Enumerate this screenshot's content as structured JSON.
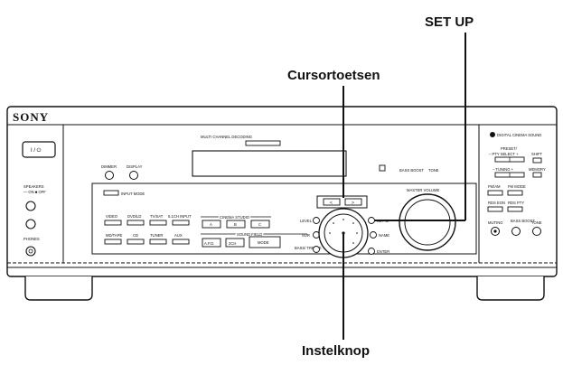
{
  "callouts": {
    "setup": "SET UP",
    "cursor": "Cursortoetsen",
    "knob": "Instelknop"
  },
  "receiver": {
    "brand": "SONY",
    "logo_right": "DIGITAL CINEMA SOUND",
    "power": "I / ⏻",
    "multi_channel": "MULTI CHANNEL DECODING",
    "dimmer": "DIMMER",
    "display": "DISPLAY",
    "input_mode": "INPUT MODE",
    "speakers": "SPEAKERS",
    "speakers_state": "— ON ■ OFF",
    "phones": "PHONES",
    "inputs": [
      "VIDEO",
      "DVD/LD",
      "TV/SAT",
      "5.1CH INPUT"
    ],
    "inputs_row2": [
      "MD/TAPE",
      "CD",
      "TUNER",
      "AUX"
    ],
    "cinema_studio": "CINEMA STUDIO",
    "cinema_buttons": [
      "A",
      "B",
      "C"
    ],
    "sound_field": "SOUND FIELD",
    "sound_buttons": [
      "A.F.D.",
      "2CH",
      "MODE"
    ],
    "level": "LEVEL",
    "sur": "SUR",
    "bass_treble": "BASS/ TREBLE",
    "cursor_left": "<",
    "cursor_right": ">",
    "set_up": "SET UP",
    "name": "NAME",
    "enter": "ENTER",
    "master_volume": "MASTER VOLUME",
    "bass_boost_top": "BASS BOOST",
    "tone_top": "TONE",
    "preset": "PRESET/",
    "pty_select": "– PTY SELECT +",
    "shift": "SHIFT",
    "tuning": "– TUNING +",
    "memory": "MEMORY",
    "fm_am": "FM/AM",
    "fm_mode": "FM MODE",
    "rds_eon": "RDS EON",
    "rds_pty": "RDS PTY",
    "muting": "MUTING",
    "bass_boost": "BASS BOOST",
    "tone": "TONE"
  }
}
